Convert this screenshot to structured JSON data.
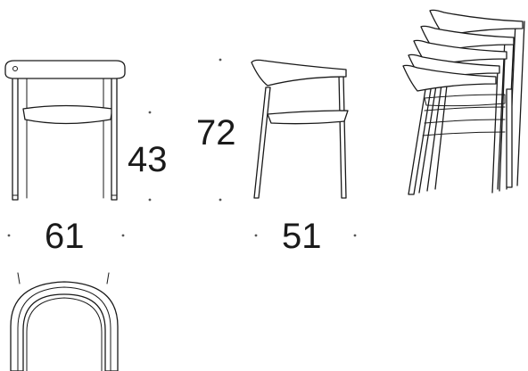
{
  "dimensions": {
    "seat_height": "43",
    "overall_height": "72",
    "width": "61",
    "depth": "51"
  }
}
